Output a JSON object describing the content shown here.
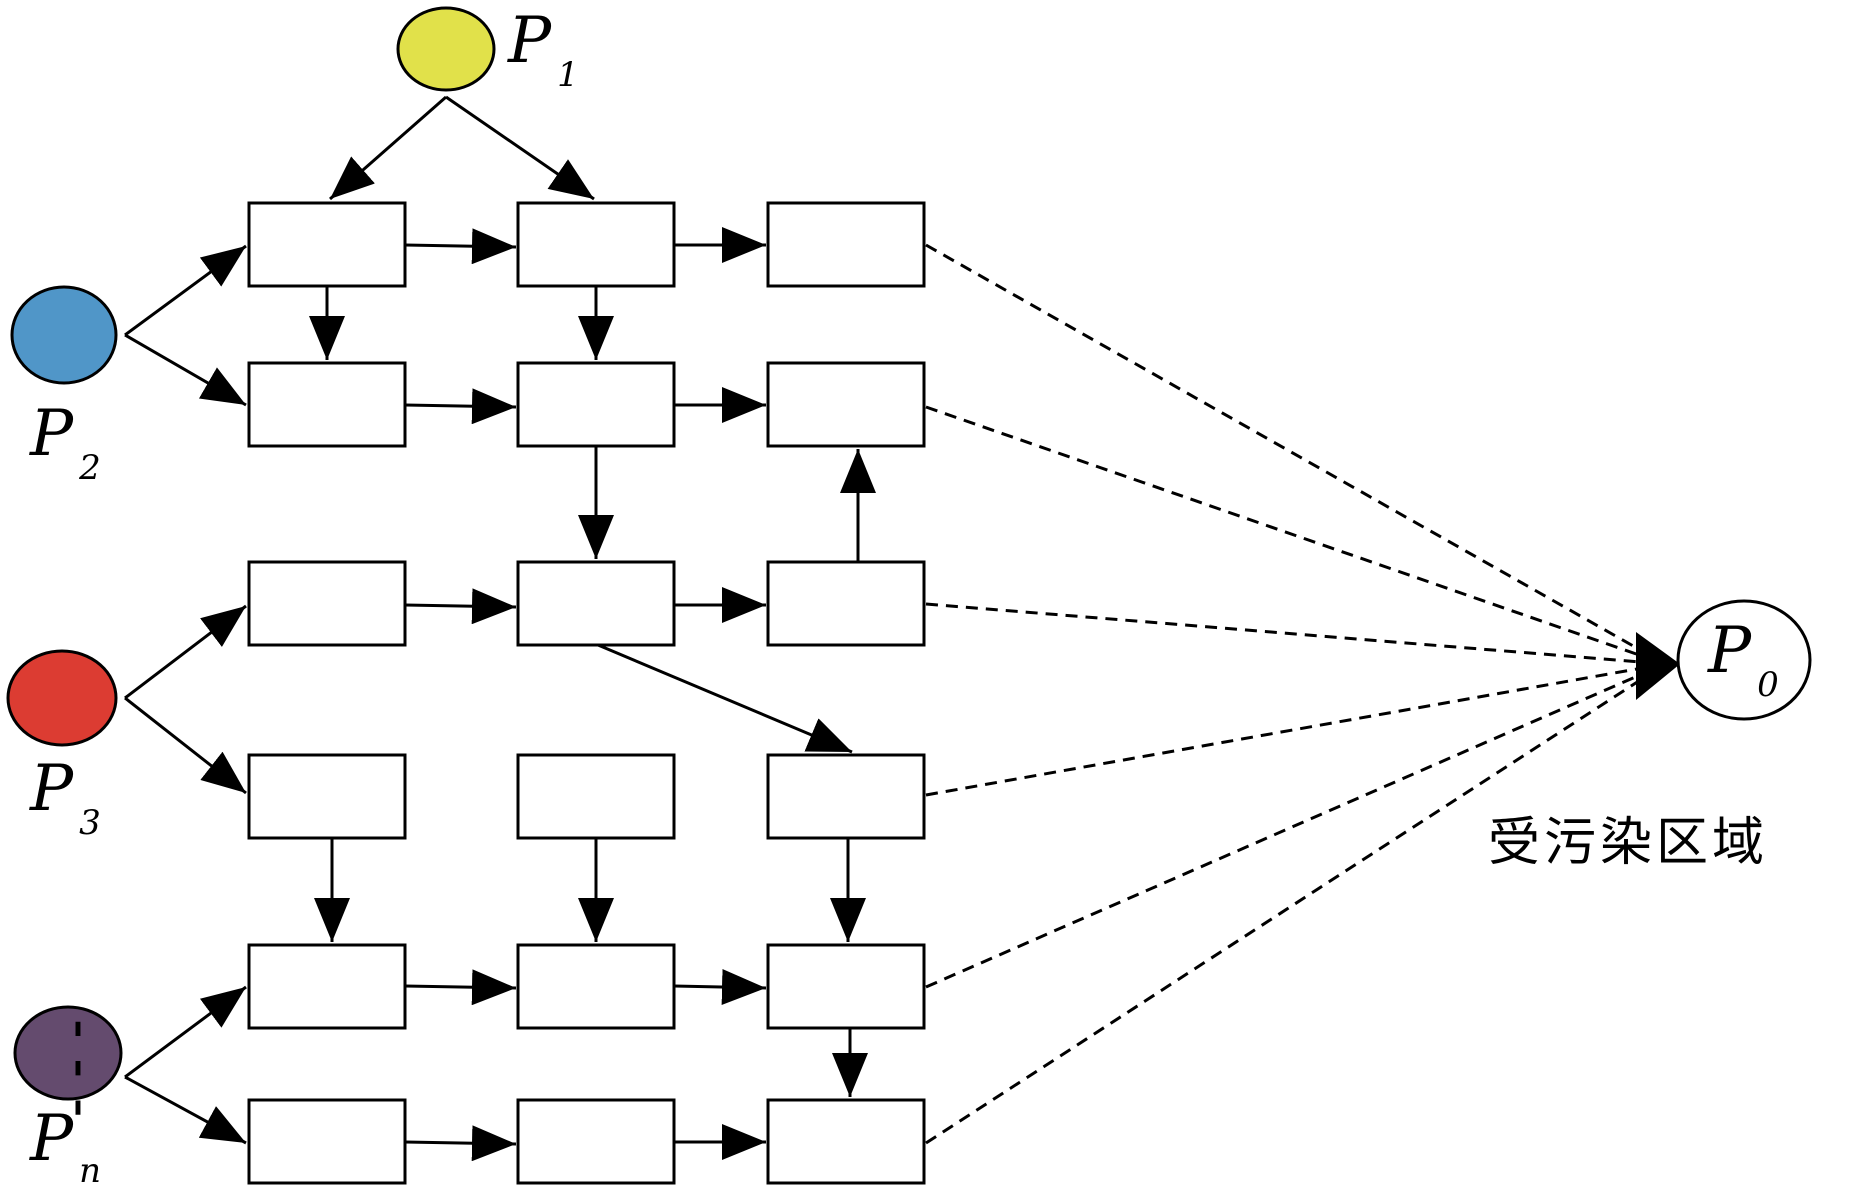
{
  "sources": [
    {
      "id": "P1",
      "label": "P",
      "sub": "1",
      "color": "#e1e14a"
    },
    {
      "id": "P2",
      "label": "P",
      "sub": "2",
      "color": "#5096c8"
    },
    {
      "id": "P3",
      "label": "P",
      "sub": "3",
      "color": "#dc3c32"
    },
    {
      "id": "Pn",
      "label": "P",
      "sub": "n",
      "color": "#644b6e"
    }
  ],
  "target": {
    "id": "P0",
    "label": "P",
    "sub": "0",
    "color": "#ffffff"
  },
  "region_label": "受污染区域",
  "ellipsis": "⋮",
  "colors": {
    "stroke": "#000000",
    "background": "#ffffff"
  }
}
